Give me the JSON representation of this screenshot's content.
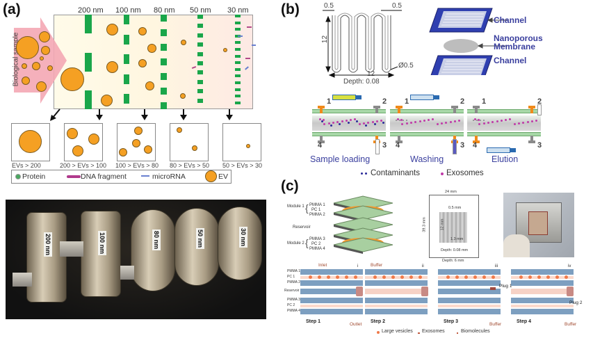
{
  "panels": {
    "a": {
      "label": "(a)",
      "side_label": "Biological sample",
      "pore_sizes": [
        "200 nm",
        "100 nm",
        "80 nm",
        "50 nm",
        "30 nm"
      ],
      "fractions": [
        "EVs > 200",
        "200 > EVs > 100",
        "100 > EVs > 80",
        "80 > EVs > 50",
        "50 > EVs > 30"
      ],
      "legend": {
        "protein": "Protein",
        "dna": "DNA fragment",
        "microrna": "microRNA",
        "ev": "EV"
      },
      "photo_labels": [
        "200 nm",
        "100 nm",
        "80 nm",
        "50 nm",
        "30 nm"
      ]
    },
    "b": {
      "label": "(b)",
      "dims": {
        "left_width": "0.5",
        "right_width": "0.5",
        "height": "12",
        "width": "12",
        "diameter": "Ø0.5",
        "depth": "Depth: 0.08"
      },
      "stack_labels": [
        "Channel",
        "Nanoporous",
        "Membrane",
        "Channel"
      ],
      "ports": [
        "1",
        "2",
        "3",
        "4"
      ],
      "steps": [
        "Sample loading",
        "Washing",
        "Elution"
      ],
      "legend": {
        "contaminants": "Contaminants",
        "exosomes": "Exosomes"
      }
    },
    "c": {
      "label": "(c)",
      "module1": "Module 1",
      "module1_layers": [
        "PMMA 1",
        "PC 1",
        "PMMA 2"
      ],
      "reservoir": "Reservoir",
      "module2": "Module 2",
      "module2_layers": [
        "PMMA 3",
        "PC 2",
        "PMMA 4"
      ],
      "chip_dims": {
        "width": "24 mm",
        "height": "39.3 mm",
        "channel_width": "0.5 mm",
        "channel_length": "12 mm",
        "spacing": "1.3 mm",
        "channel_depth": "Depth: 0.08 mm",
        "chip_depth": "Depth: 6 mm"
      },
      "step_labels": [
        "Step 1",
        "Step 2",
        "Step 3",
        "Step 4"
      ],
      "step_roman": [
        "i",
        "ii",
        "iii",
        "iv"
      ],
      "row_labels": [
        "PMMA 1",
        "PC 1",
        "PMMA 2",
        "Reservoir",
        "PMMA 3",
        "PC 2",
        "PMMA 4"
      ],
      "annotations": {
        "inlet": "Inlet",
        "outlet": "Outlet",
        "buffer": "Buffer",
        "plug1": "Plug 1",
        "plug2": "Plug 2"
      },
      "legend": {
        "large_vesicles": "Large vesicles",
        "exosomes": "Exosomes",
        "biomolecules": "Biomolecules"
      }
    }
  },
  "colors": {
    "ev_orange": "#f5a023",
    "filter_green": "#1aa64a",
    "sample_pink": "#f4a7b4",
    "label_blue": "#3a3f9e",
    "chip_blue": "#2f3fb0",
    "layer_green": "#a8cfa0",
    "channel_blue": "#7d9fc0"
  }
}
